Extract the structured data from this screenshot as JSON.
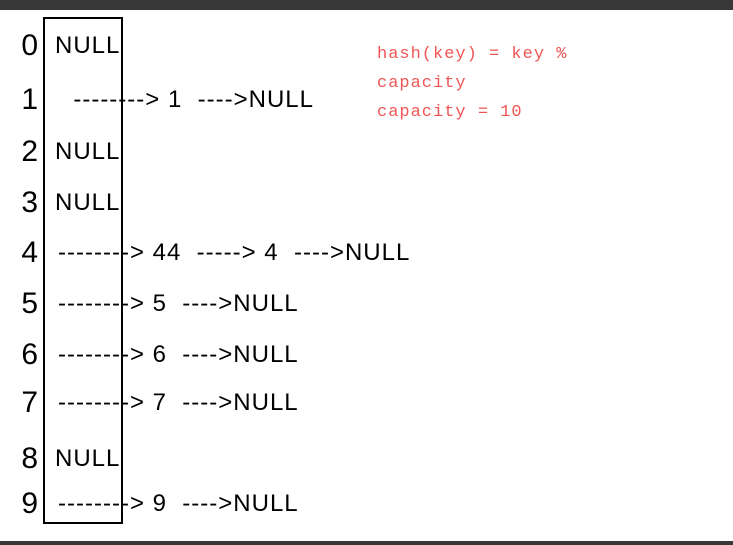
{
  "colors": {
    "top_bar": "#383838",
    "bottom_bar": "#383838",
    "annotation_red": "#f25555",
    "text": "#000000"
  },
  "annotation": {
    "lines": [
      "hash(key) = key %",
      "capacity",
      "capacity = 10"
    ]
  },
  "hash_table": {
    "capacity_shown": 10,
    "buckets": [
      {
        "index": "0",
        "kind": "empty",
        "values": [],
        "display": "NULL"
      },
      {
        "index": "1",
        "kind": "chain",
        "values": [
          1
        ],
        "display": "  --------> 1  ---->NULL"
      },
      {
        "index": "2",
        "kind": "empty",
        "values": [],
        "display": "NULL"
      },
      {
        "index": "3",
        "kind": "empty",
        "values": [],
        "display": "NULL"
      },
      {
        "index": "4",
        "kind": "chain",
        "values": [
          44,
          4
        ],
        "display": "--------> 44  -----> 4  ---->NULL"
      },
      {
        "index": "5",
        "kind": "chain",
        "values": [
          5
        ],
        "display": "--------> 5  ---->NULL"
      },
      {
        "index": "6",
        "kind": "chain",
        "values": [
          6
        ],
        "display": "--------> 6  ---->NULL"
      },
      {
        "index": "7",
        "kind": "chain",
        "values": [
          7
        ],
        "display": "--------> 7  ---->NULL"
      },
      {
        "index": "8",
        "kind": "empty",
        "values": [],
        "display": "NULL"
      },
      {
        "index": "9",
        "kind": "chain",
        "values": [
          9
        ],
        "display": "--------> 9  ---->NULL"
      }
    ]
  }
}
